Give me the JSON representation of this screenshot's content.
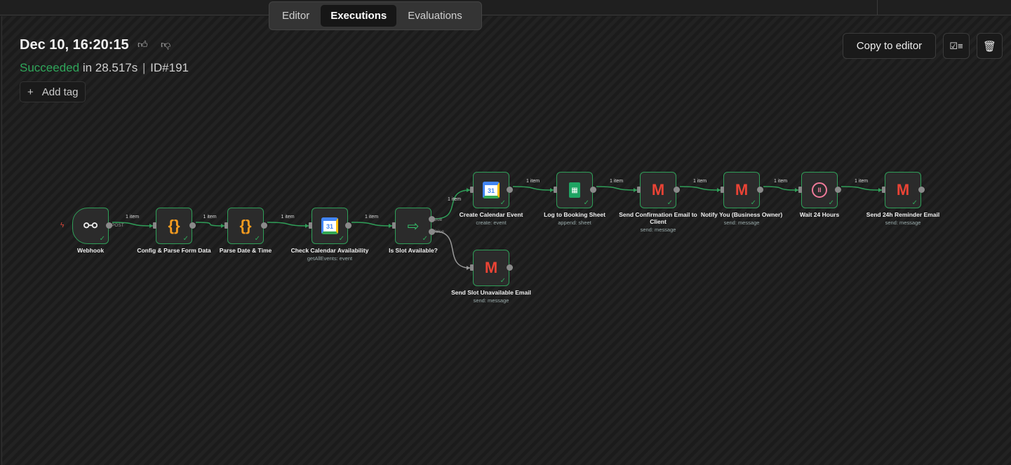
{
  "tabs": [
    {
      "label": "Editor"
    },
    {
      "label": "Executions",
      "active": true
    },
    {
      "label": "Evaluations"
    }
  ],
  "execution": {
    "title": "Dec 10, 16:20:15",
    "status": "Succeeded",
    "duration": "in 28.517s",
    "separator": "|",
    "id": "ID#191",
    "add_tag": "Add tag",
    "add_icon": "+"
  },
  "actions": {
    "copy_to_editor": "Copy to editor"
  },
  "colors": {
    "success": "#2fa65a",
    "accent_code": "#f59b1f"
  },
  "nodes": [
    {
      "id": "webhook",
      "label": "Webhook",
      "sub": "",
      "icon": "webhook-icon",
      "glyph": "⚯"
    },
    {
      "id": "config",
      "label": "Config & Parse Form Data",
      "sub": "",
      "icon": "code-icon",
      "glyph": "{}"
    },
    {
      "id": "parse",
      "label": "Parse Date & Time",
      "sub": "",
      "icon": "code-icon",
      "glyph": "{}"
    },
    {
      "id": "check",
      "label": "Check Calendar Availability",
      "sub": "getAllEvents: event",
      "icon": "google-calendar-icon",
      "glyph": "31"
    },
    {
      "id": "ifslot",
      "label": "Is Slot Available?",
      "sub": "",
      "icon": "if-signpost-icon",
      "glyph": "⇨"
    },
    {
      "id": "create",
      "label": "Create Calendar Event",
      "sub": "create: event",
      "icon": "google-calendar-icon",
      "glyph": "31"
    },
    {
      "id": "log",
      "label": "Log to Booking Sheet",
      "sub": "append: sheet",
      "icon": "google-sheets-icon",
      "glyph": "▦"
    },
    {
      "id": "confirm",
      "label": "Send Confirmation Email to Client",
      "sub": "send: message",
      "icon": "gmail-icon",
      "glyph": "M"
    },
    {
      "id": "notify",
      "label": "Notify You (Business Owner)",
      "sub": "send: message",
      "icon": "gmail-icon",
      "glyph": "M"
    },
    {
      "id": "wait",
      "label": "Wait 24 Hours",
      "sub": "",
      "icon": "wait-pause-icon",
      "glyph": "II"
    },
    {
      "id": "reminder",
      "label": "Send 24h Reminder Email",
      "sub": "send: message",
      "icon": "gmail-icon",
      "glyph": "M"
    },
    {
      "id": "unavail",
      "label": "Send Slot Unavailable Email",
      "sub": "send: message",
      "icon": "gmail-icon",
      "glyph": "M"
    }
  ],
  "edge_label": "1 item",
  "port_labels": {
    "post": "POST",
    "true": "true",
    "false": "false"
  }
}
